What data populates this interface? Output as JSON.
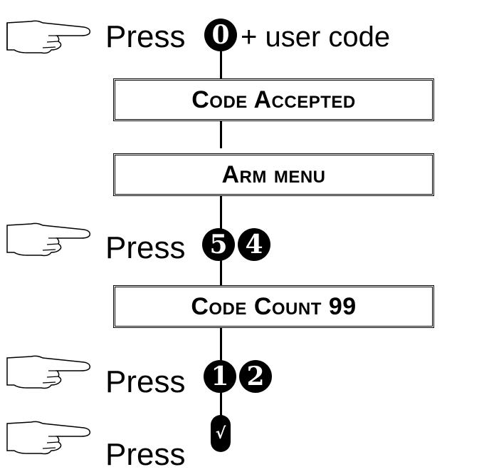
{
  "steps": {
    "step1": {
      "press_label": "Press",
      "key": "0",
      "suffix": "+ user code"
    },
    "display1": {
      "text": "Code Accepted"
    },
    "display2": {
      "text": "Arm menu"
    },
    "step2": {
      "press_label": "Press",
      "keys": [
        "5",
        "4"
      ]
    },
    "display3": {
      "text": "Code Count 99"
    },
    "step3": {
      "press_label": "Press",
      "keys": [
        "1",
        "2"
      ]
    },
    "step4": {
      "press_label": "Press",
      "key": "√"
    }
  },
  "icons": [
    "pointing-hand-icon",
    "key-button-icon",
    "confirm-key-icon"
  ]
}
